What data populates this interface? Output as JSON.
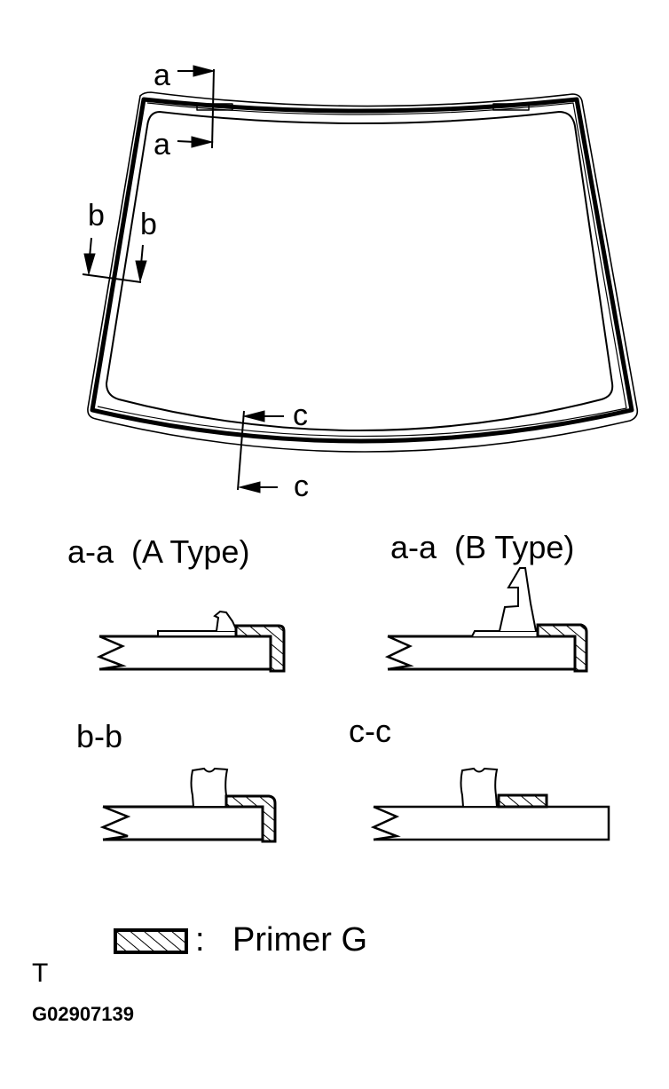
{
  "diagram": {
    "subject": "windshield glass primer application sections",
    "overview": {
      "section_markers": [
        {
          "id": "a",
          "labels": [
            "a",
            "a"
          ]
        },
        {
          "id": "b",
          "labels": [
            "b",
            "b"
          ]
        },
        {
          "id": "c",
          "labels": [
            "c",
            "c"
          ]
        }
      ]
    },
    "sections": [
      {
        "id": "aa-a-type",
        "title": "a-a  (A Type)",
        "primer_on": [
          "top-edge",
          "end-face"
        ],
        "molding": "small-clip"
      },
      {
        "id": "aa-b-type",
        "title": "a-a  (B Type)",
        "primer_on": [
          "top-edge",
          "end-face"
        ],
        "molding": "tall-clip"
      },
      {
        "id": "bb",
        "title": "b-b",
        "primer_on": [
          "top-edge",
          "end-face"
        ],
        "molding": "dam"
      },
      {
        "id": "cc",
        "title": "c-c",
        "primer_on": [
          "top-edge"
        ],
        "molding": "dam"
      }
    ],
    "legend": {
      "swatch": "hatched-box",
      "separator": ":",
      "label": "Primer G"
    },
    "footer": {
      "mark": "T",
      "code": "G02907139"
    },
    "colors": {
      "line": "#000000",
      "background": "#ffffff"
    }
  }
}
